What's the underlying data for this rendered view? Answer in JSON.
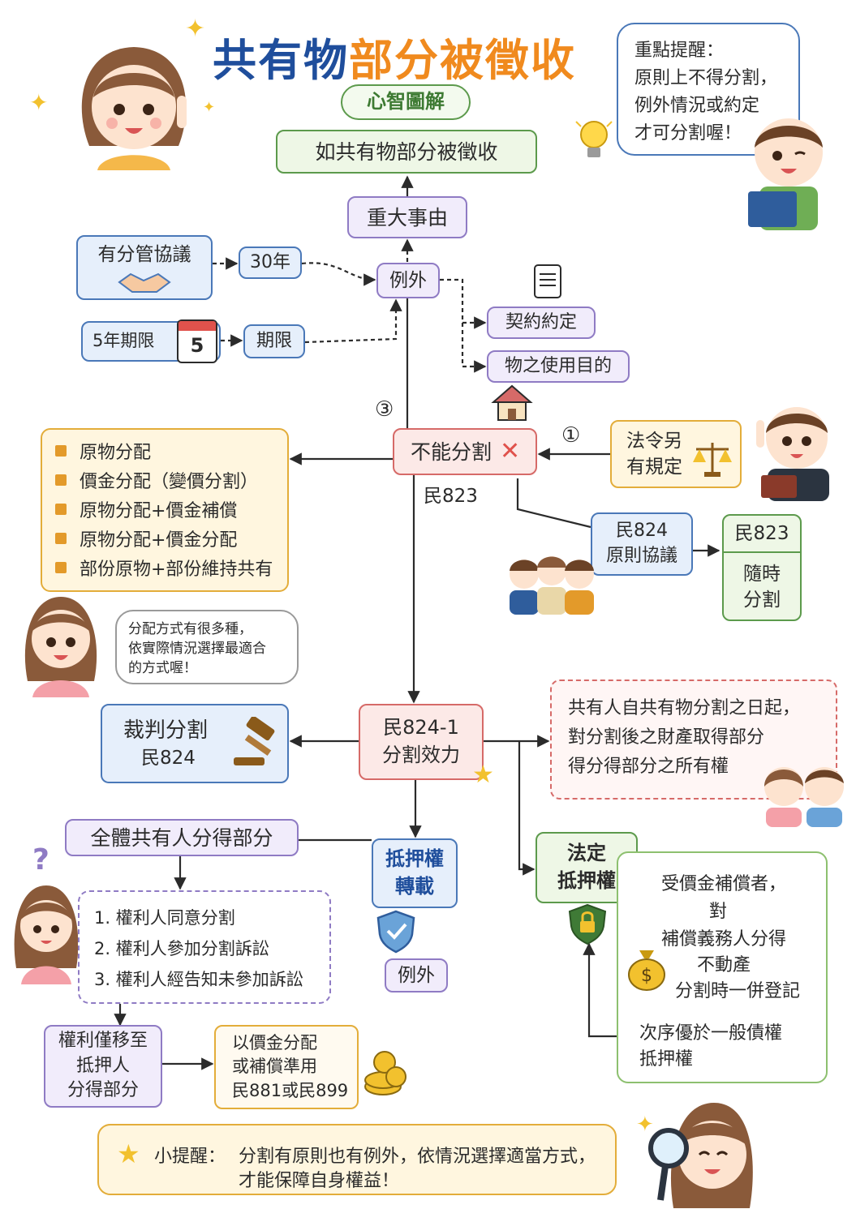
{
  "title": {
    "part1": "共有物",
    "part2": "部分被徵收",
    "subtitle": "心智圖解"
  },
  "reminder_top": {
    "lines": [
      "重點提醒：",
      "原則上不得分割，",
      "例外情況或約定",
      "才可分割喔！"
    ]
  },
  "nodes": {
    "top": "如共有物部分被徵收",
    "major_reason": "重大事由",
    "exception": "例外",
    "mgmt_agreement": "有分管協議",
    "years30": "30年",
    "limit5": "5年期限",
    "calendar_num": "5",
    "period": "期限",
    "contract": "契約約定",
    "use_purpose": "物之使用目的",
    "cannot_split": "不能分割",
    "civil823_a": "民823",
    "law_other_1": "法令另",
    "law_other_2": "有規定",
    "civil824_label": "民824",
    "principle_agreement": "原則協議",
    "civil823_b": "民823",
    "anytime_1": "隨時",
    "anytime_2": "分割",
    "marker1": "①",
    "marker3": "③",
    "court_split": "裁判分割",
    "civil824": "民824",
    "effect_code": "民824-1",
    "effect_label": "分割效力",
    "all_owners": "全體共有人分得部分",
    "mortgage_transfer_1": "抵押權",
    "mortgage_transfer_2": "轉載",
    "exception_b": "例外",
    "legal_mortgage_1": "法定",
    "legal_mortgage_2": "抵押權",
    "rights_move_1": "權利僅移至",
    "rights_move_2": "抵押人",
    "rights_move_3": "分得部分",
    "price_split_1": "以價金分配",
    "price_split_2": "或補償準用",
    "price_split_3": "民881或民899"
  },
  "allocation_methods": [
    "原物分配",
    "價金分配（變價分割）",
    "原物分配+價金補償",
    "原物分配+價金分配",
    "部份原物+部份維持共有"
  ],
  "bubble_methods": [
    "分配方式有很多種，",
    "依實際情況選擇最適合",
    "的方式喔！"
  ],
  "effect_note": [
    "共有人自共有物分割之日起，",
    "對分割後之財產取得部分",
    "得分得部分之所有權"
  ],
  "conditions": [
    "1. 權利人同意分割",
    "2. 權利人參加分割訴訟",
    "3. 權利人經告知未參加訴訟"
  ],
  "legal_mortgage_detail": {
    "line1": "受價金補償者，",
    "line2": "對",
    "line3": "補償義務人分得",
    "line4": "不動產",
    "line5": "分割時一併登記",
    "line6": "次序優於一般債權",
    "line7": "抵押權"
  },
  "bottom_tip": {
    "label": "小提醒：",
    "line1": "分割有原則也有例外，依情況選擇適當方式，",
    "line2": "才能保障自身權益！"
  },
  "colors": {
    "title_blue": "#1f4e9c",
    "title_orange": "#f08a1e",
    "green": "#5c9a4c",
    "purple": "#8f7bc4",
    "blue": "#4a78b8",
    "red": "#d66a68",
    "yellow": "#e3ad3a"
  }
}
